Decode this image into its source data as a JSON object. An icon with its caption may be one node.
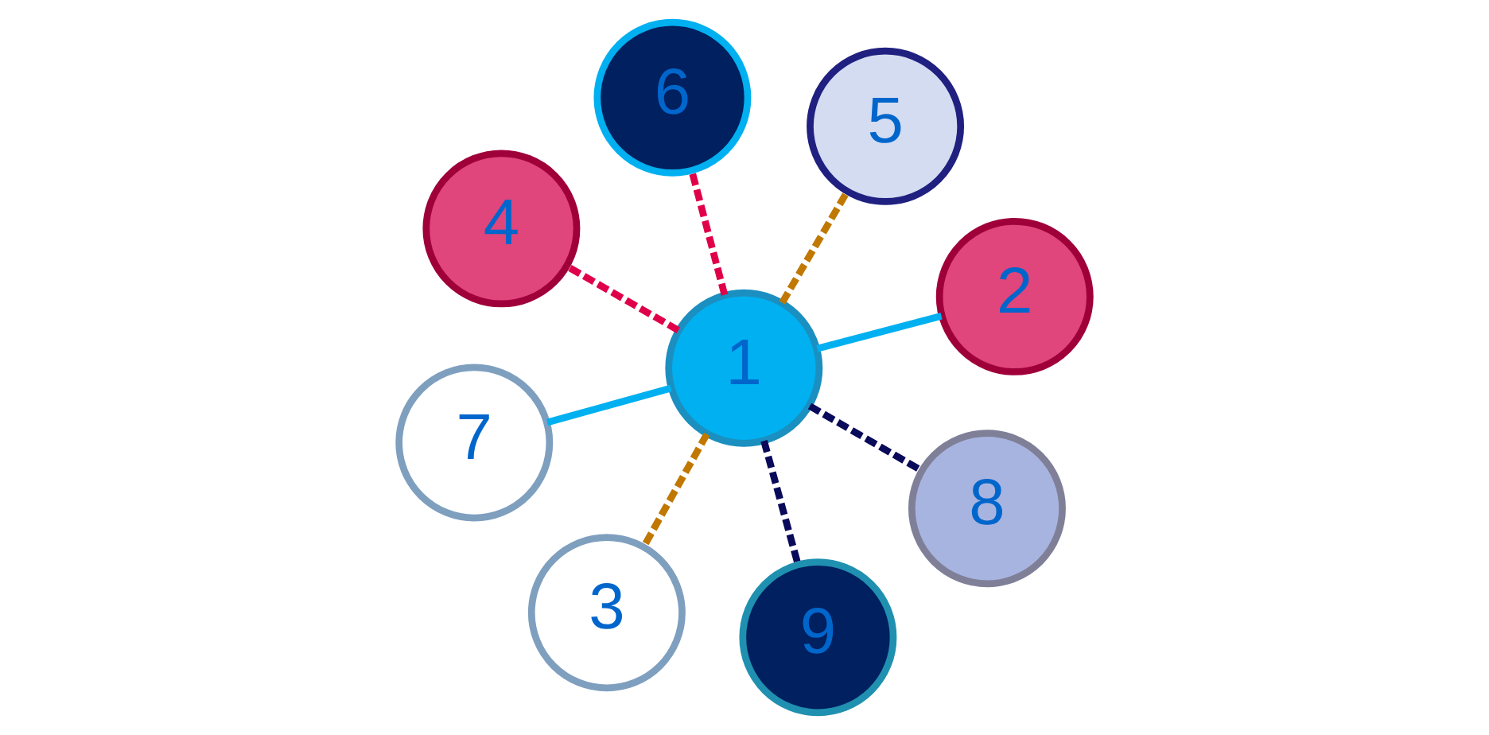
{
  "diagram": {
    "nodes": [
      {
        "text": [
          "1"
        ]
      },
      {
        "text": [
          "2"
        ]
      },
      {
        "text": [
          "3"
        ]
      },
      {
        "text": [
          "4"
        ]
      },
      {
        "text": [
          "5"
        ]
      },
      {
        "text": [
          "6"
        ]
      },
      {
        "text": [
          "7"
        ]
      },
      {
        "text": [
          "8"
        ]
      },
      {
        "text": [
          "9"
        ]
      }
    ],
    "edges": [
      {
        "from": 0,
        "to": 6,
        "arrow": "none"
      },
      {
        "from": 0,
        "to": 5,
        "arrow": "none",
        "style": "dashed",
        "color": "#e0004a"
      },
      {
        "from": 0,
        "to": 4,
        "arrow": "none",
        "style": "dashed",
        "color": "#c07800"
      },
      {
        "from": 0,
        "to": 7,
        "arrow": "none",
        "style": "dashed",
        "color": "#0a0a5a"
      },
      {
        "from": 0,
        "to": 8,
        "arrow": "none",
        "style": "dashed",
        "color": "#0a0a5a"
      },
      {
        "from": 0,
        "to": 3,
        "arrow": "none",
        "style": "dashed",
        "color": "#e0004a"
      },
      {
        "from": 0,
        "to": 1,
        "arrow": "none"
      },
      {
        "from": 0,
        "to": 2,
        "arrow": "none",
        "style": "dashed",
        "color": "#c07800"
      }
    ]
  }
}
